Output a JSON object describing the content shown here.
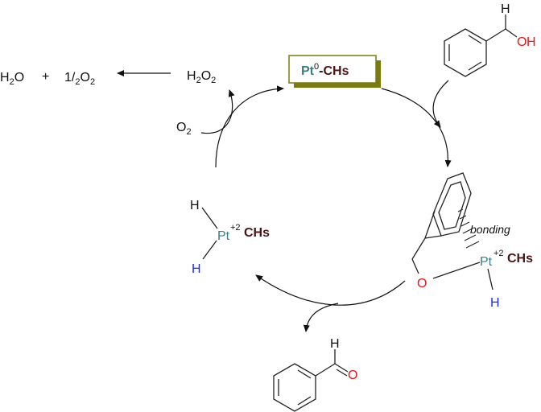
{
  "byproduct": {
    "h2o": "H",
    "h2o_sub": "2",
    "h2o_tail": "O",
    "plus": "+",
    "half_o2_num": "1",
    "half_o2_slash": "/",
    "half_o2_den": "2",
    "half_o2_o": "O",
    "half_o2_sub": "2"
  },
  "peroxide": {
    "main": "H",
    "sub1": "2",
    "mid": "O",
    "sub2": "2"
  },
  "oxygen": {
    "main": "O",
    "sub": "2"
  },
  "catalyst": {
    "pt": "Pt",
    "sup": "0",
    "dash": "-",
    "chs": "CHs"
  },
  "benzyl_alcohol": {
    "h": "H",
    "oh_o": "O",
    "oh_h": "H"
  },
  "hydride_complex": {
    "h_top": "H",
    "pt": "Pt",
    "charge": "+2",
    "chs": "CHs",
    "h_bottom": "H"
  },
  "pi_complex": {
    "bonding": "bonding",
    "o": "O",
    "pt": "Pt",
    "charge": "+2",
    "chs": "CHs",
    "h": "H"
  },
  "benzaldehyde": {
    "h": "H",
    "o": "O"
  },
  "colors": {
    "platinum": "#3b7d80",
    "chs": "#4a1414",
    "hydrogen_blue": "#1f2ee0",
    "oxygen_red": "#e01818",
    "badge_border": "#7a7a12",
    "badge_shadow": "#7a7a12"
  }
}
